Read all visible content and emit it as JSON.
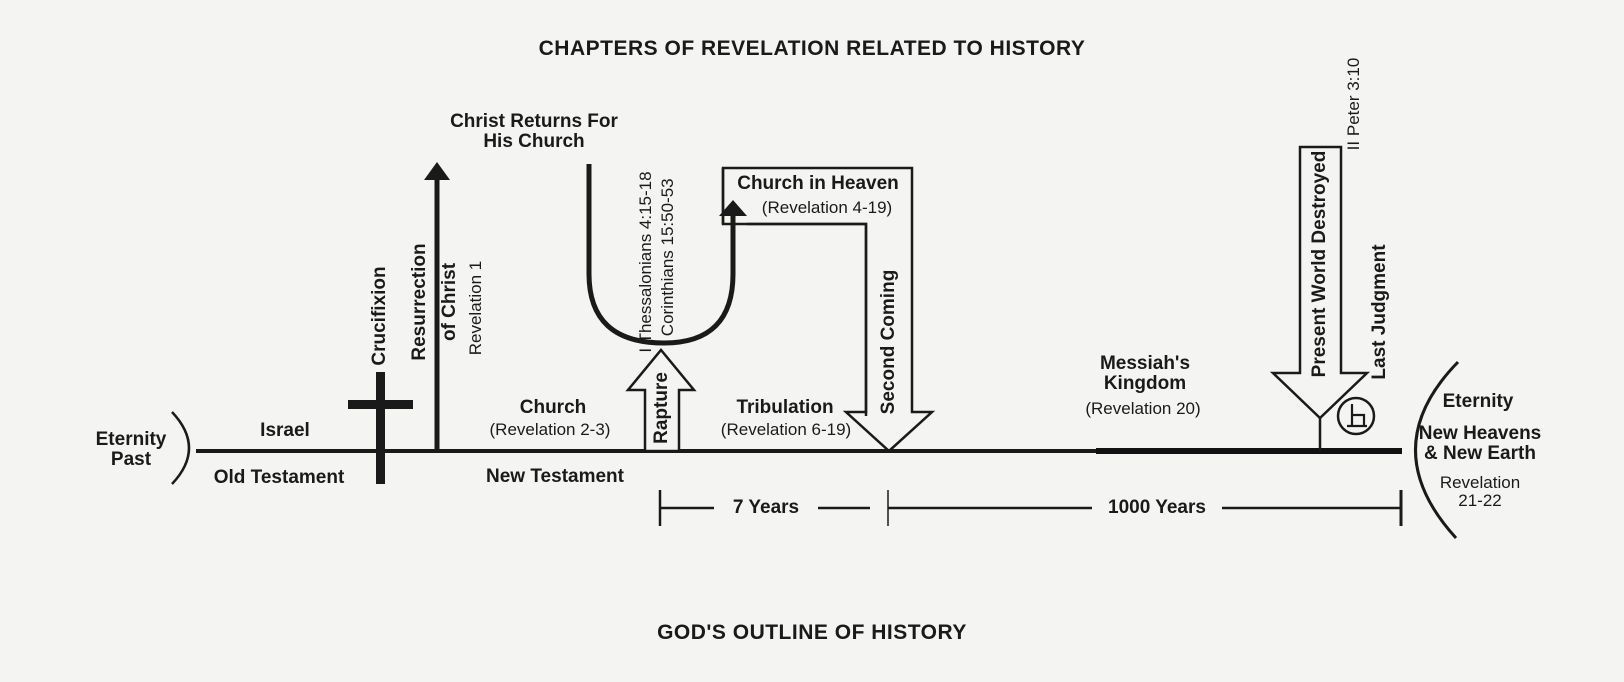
{
  "title": "CHAPTERS OF REVELATION RELATED TO HISTORY",
  "footer": "GOD'S OUTLINE OF HISTORY",
  "labels": {
    "eternity_past_1": "Eternity",
    "eternity_past_2": "Past",
    "israel": "Israel",
    "old_testament": "Old Testament",
    "crucifixion": "Crucifixion",
    "resurrection_1": "Resurrection",
    "resurrection_2": "of Christ",
    "resurrection_ref": "Revelation 1",
    "christ_returns_1": "Christ Returns For",
    "christ_returns_2": "His Church",
    "thess_ref": "I Thessalonians 4:15-18",
    "cor_ref": "I Corinthians 15:50-53",
    "church_in_heaven": "Church in Heaven",
    "church_in_heaven_ref": "(Revelation 4-19)",
    "church": "Church",
    "church_ref": "(Revelation 2-3)",
    "new_testament": "New Testament",
    "rapture": "Rapture",
    "tribulation": "Tribulation",
    "tribulation_ref": "(Revelation 6-19)",
    "second_coming": "Second Coming",
    "messiah_1": "Messiah's",
    "messiah_2": "Kingdom",
    "messiah_ref": "(Revelation 20)",
    "present_world": "Present World Destroyed",
    "peter_ref": "II Peter 3:10",
    "last_judgment": "Last Judgment",
    "eternity_1": "Eternity",
    "new_heavens_1": "New Heavens",
    "new_heavens_2": "& New Earth",
    "eternity_ref_1": "Revelation",
    "eternity_ref_2": "21-22",
    "seven_years": "7 Years",
    "thousand_years": "1000 Years"
  }
}
